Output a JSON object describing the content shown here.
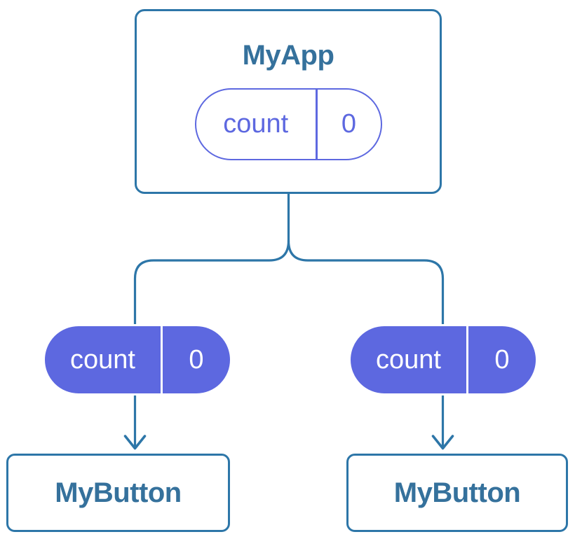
{
  "root_card": {
    "title": "MyApp",
    "state": {
      "label": "count",
      "value": "0"
    }
  },
  "children": [
    {
      "state": {
        "label": "count",
        "value": "0"
      },
      "title": "MyButton"
    },
    {
      "state": {
        "label": "count",
        "value": "0"
      },
      "title": "MyButton"
    }
  ],
  "colors": {
    "card_border_blue": "#2d76a8",
    "connector_blue": "#2d76a8",
    "title_text_blue": "#35719c",
    "state_purple": "#5d68e0",
    "card_background": "#ffffff",
    "filled_pill_text": "#ffffff"
  }
}
